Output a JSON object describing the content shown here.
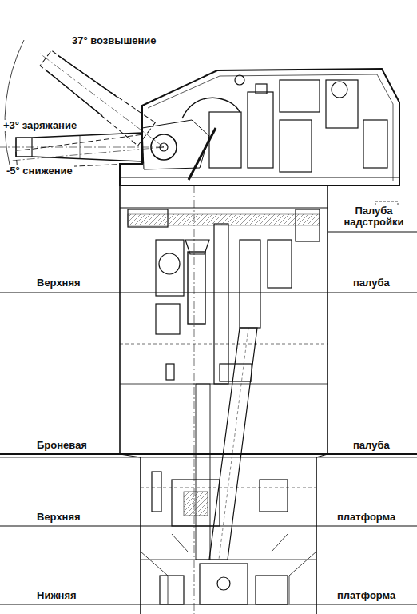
{
  "diagram": {
    "labels": [
      "37° возвышение",
      "+3° заряжание",
      "-5° снижение",
      "Палуба надстройки",
      "Верхняя",
      "палуба",
      "Броневая",
      "палуба",
      "Верхняя",
      "платформа",
      "Нижняя",
      "платформа"
    ]
  }
}
